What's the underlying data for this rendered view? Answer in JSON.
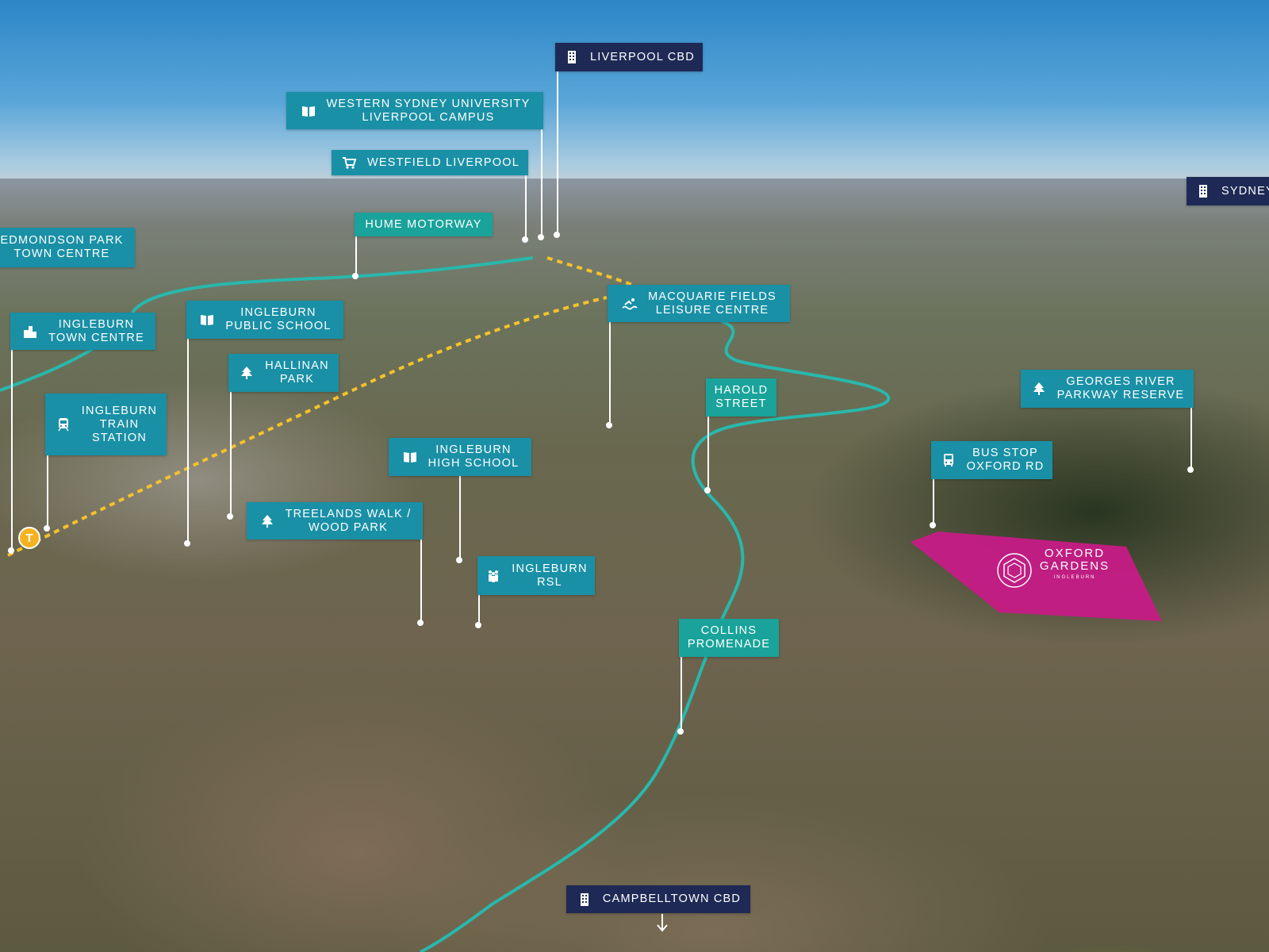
{
  "map": {
    "type": "aerial-map",
    "route_color": "#28b8ad",
    "rail_color": "#f5c22b",
    "development_color": "#c61b86"
  },
  "development": {
    "name": "OXFORD\nGARDENS",
    "suburb": "INGLEBURN"
  },
  "station_marker": "T",
  "labels": {
    "liverpool_cbd": "LIVERPOOL CBD",
    "wsu": "WESTERN SYDNEY UNIVERSITY\nLIVERPOOL CAMPUS",
    "westfield": "WESTFIELD LIVERPOOL",
    "hume": "HUME MOTORWAY",
    "edmondson": "EDMONDSON PARK\nTOWN CENTRE",
    "ingleburn_town_centre": "INGLEBURN\nTOWN CENTRE",
    "public_school": "INGLEBURN\nPUBLIC SCHOOL",
    "hallinan": "HALLINAN\nPARK",
    "train_station": "INGLEBURN\nTRAIN\nSTATION",
    "macquarie": "MACQUARIE FIELDS\nLEISURE CENTRE",
    "harold": "HAROLD\nSTREET",
    "georges_river": "GEORGES RIVER\nPARKWAY RESERVE",
    "bus_stop": "BUS STOP\nOXFORD RD",
    "high_school": "INGLEBURN\nHIGH SCHOOL",
    "treelands": "TREELANDS WALK /\nWOOD PARK",
    "rsl": "INGLEBURN\nRSL",
    "collins": "COLLINS\nPROMENADE",
    "campbelltown": "CAMPBELLTOWN CBD",
    "sydney": "SYDNEY"
  },
  "icons": {
    "liverpool_cbd": "building-icon",
    "wsu": "book-icon",
    "westfield": "cart-icon",
    "ingleburn_town_centre": "city-icon",
    "public_school": "book-icon",
    "hallinan": "tree-icon",
    "train_station": "train-icon",
    "macquarie": "swim-icon",
    "georges_river": "tree-icon",
    "bus_stop": "bus-icon",
    "high_school": "book-icon",
    "treelands": "tree-icon",
    "rsl": "people-icon",
    "campbelltown": "building-icon",
    "sydney": "building-icon"
  }
}
